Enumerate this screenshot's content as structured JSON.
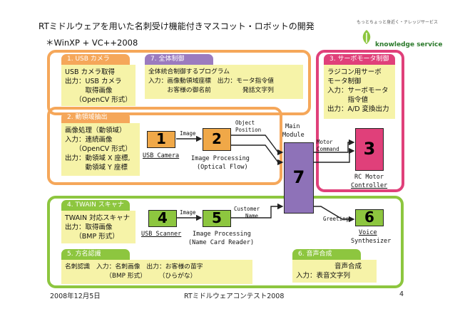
{
  "title": "RTミドルウェアを用いた名刺受け機能付きマスコット・ロボットの開発",
  "environment": "＊WinXP + VC++2008",
  "logo": {
    "tagline": "もっとちょっと身近く・ナレッジサービス",
    "name": "knowledge service"
  },
  "colors": {
    "orange": "#f5a75a",
    "purple": "#9b7bbf",
    "pink": "#e0407a",
    "green": "#8dc63f",
    "panel": "#f6f3a8",
    "module": "#f0a848",
    "main": "#8e72b8"
  },
  "panels": {
    "usb_camera": {
      "tag": "1. USB カメラ",
      "lines": [
        "USB カメラ取得",
        "出力：USB カメラ",
        "　　　取得画像",
        "　　（OpenCV 形式）"
      ]
    },
    "overall": {
      "tag": "7. 全体制御",
      "lines": [
        "全体統合制御するプログラム",
        "入力：画像動領域座標　出力：モータ指令値",
        "　　　お客様の御名前　　　　　発話文字列"
      ]
    },
    "servo": {
      "tag": "3. サーボモータ制御",
      "lines": [
        "ラジコン用サーボ",
        "モータ制御",
        "入力：サーボモータ",
        "　　　指令値",
        "出力：A/D 変換出力"
      ]
    },
    "motion": {
      "tag": "2. 動領域抽出",
      "lines": [
        "画像処理（動領域）",
        "入力：連続画像",
        "　　（OpenCV 形式）",
        "出力：動領域 X 座標,",
        "　　　動領域 Y 座標"
      ]
    },
    "twain": {
      "tag": "4. TWAIN スキャナ",
      "lines": [
        "TWAIN 対応スキャナ",
        "出力：取得画像",
        "　　（BMP 形式）"
      ]
    },
    "ocr": {
      "tag": "5. 方名認識",
      "lines": [
        "名刺認識　入力：名刺画像　出力：お客様の苗字",
        "　　　　　　　（BMP 形式）　　　（ひらがな）"
      ]
    },
    "voice": {
      "tag": "6. 音声合成",
      "lines": [
        "音声合成",
        "入力：表音文字列"
      ]
    }
  },
  "modules": {
    "m1": {
      "number": "1",
      "label": "USB Camera"
    },
    "m2": {
      "number": "2",
      "label1": "Image Processing",
      "label2": "(Optical Flow)"
    },
    "m3": {
      "number": "3",
      "label1": "RC Motor",
      "label2": "Controller"
    },
    "m4": {
      "number": "4",
      "label": "USB Scanner"
    },
    "m5": {
      "number": "5",
      "label1": "Image Processing",
      "label2": "(Name Card Reader)"
    },
    "m6": {
      "number": "6",
      "label1": "Voice",
      "label2": "Synthesizer"
    },
    "m7": {
      "number": "7",
      "label1": "Main",
      "label2": "Module"
    }
  },
  "connections": {
    "image_top": "Image",
    "object_position1": "Object",
    "object_position2": "Position",
    "motor1": "Motor",
    "motor2": "Command",
    "image_bottom": "Image",
    "customer1": "Customer",
    "customer2": "Name",
    "greeting": "Greeting"
  },
  "footer": {
    "date": "2008年12月5日",
    "event": "RTミドルウェアコンテスト2008",
    "page": "4"
  }
}
